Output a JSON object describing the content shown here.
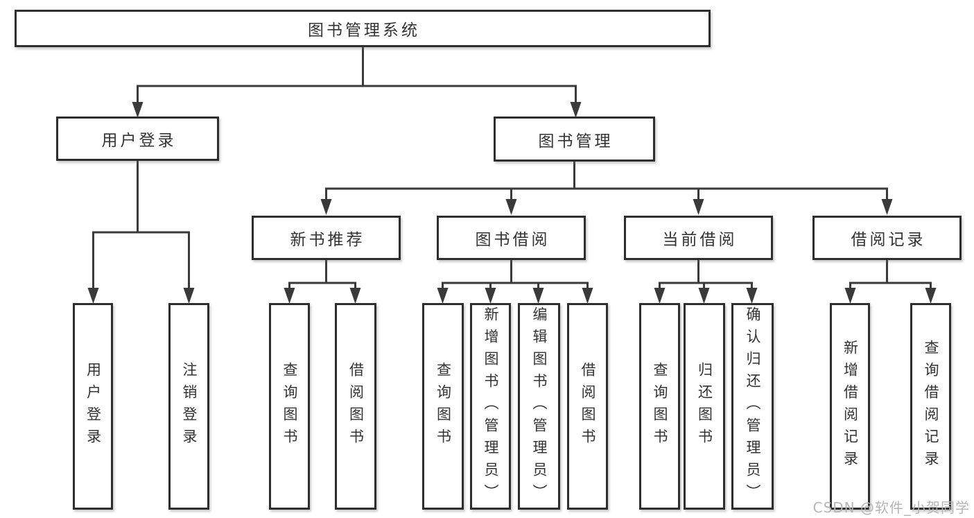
{
  "nodes": {
    "root": {
      "label": "图书管理系统"
    },
    "level2": [
      {
        "label": "用户登录"
      },
      {
        "label": "图书管理"
      }
    ],
    "level3": [
      {
        "label": "新书推荐",
        "parent": "图书管理"
      },
      {
        "label": "图书借阅",
        "parent": "图书管理"
      },
      {
        "label": "当前借阅",
        "parent": "图书管理"
      },
      {
        "label": "借阅记录",
        "parent": "图书管理"
      }
    ],
    "leaves": [
      {
        "label": "用户登录",
        "parent": "用户登录"
      },
      {
        "label": "注销登录",
        "parent": "用户登录"
      },
      {
        "label": "查询图书",
        "parent": "新书推荐"
      },
      {
        "label": "借阅图书",
        "parent": "新书推荐"
      },
      {
        "label": "查询图书",
        "parent": "图书借阅"
      },
      {
        "label": "新增图书（管理员）",
        "parent": "图书借阅"
      },
      {
        "label": "编辑图书（管理员）",
        "parent": "图书借阅"
      },
      {
        "label": "借阅图书",
        "parent": "图书借阅"
      },
      {
        "label": "查询图书",
        "parent": "当前借阅"
      },
      {
        "label": "归还图书",
        "parent": "当前借阅"
      },
      {
        "label": "确认归还（管理员）",
        "parent": "当前借阅"
      },
      {
        "label": "新增借阅记录",
        "parent": "借阅记录"
      },
      {
        "label": "查询借阅记录",
        "parent": "借阅记录"
      }
    ]
  },
  "watermark": {
    "text": "CSDN @软件_小贺同学"
  },
  "colors": {
    "line": "#3a3a3a",
    "border": "#2e2e2e",
    "text": "#333333",
    "watermark": "#b5b5b5",
    "background": "#ffffff"
  }
}
